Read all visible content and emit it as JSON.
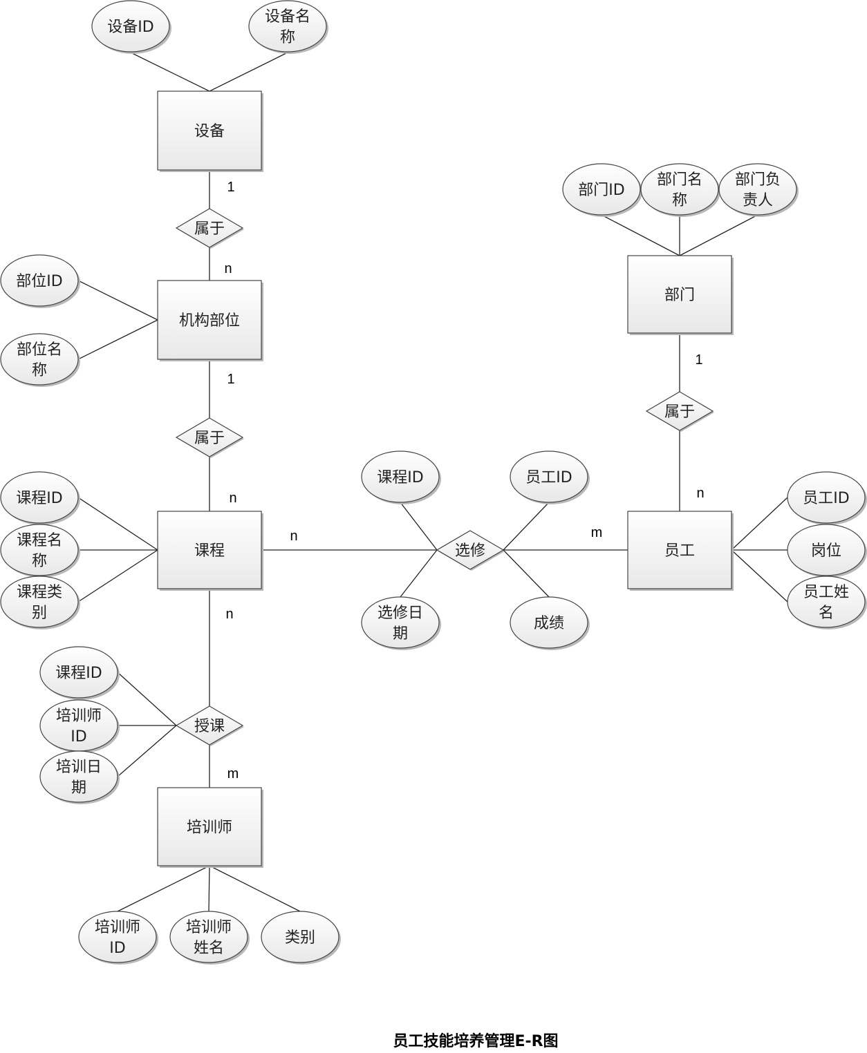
{
  "title": "员工技能培养管理E-R图",
  "colors": {
    "shape_fill_top": "#ffffff",
    "shape_fill_bottom": "#e8e8e8",
    "stroke": "#444444",
    "line": "#222222",
    "shadow": "#b8b8b8"
  },
  "entities": [
    {
      "id": "device",
      "label": "设备"
    },
    {
      "id": "unit",
      "label": "机构部位"
    },
    {
      "id": "course",
      "label": "课程"
    },
    {
      "id": "trainer",
      "label": "培训师"
    },
    {
      "id": "dept",
      "label": "部门"
    },
    {
      "id": "employee",
      "label": "员工"
    }
  ],
  "relationships": [
    {
      "id": "belong1",
      "label": "属于"
    },
    {
      "id": "belong2",
      "label": "属于"
    },
    {
      "id": "belong3",
      "label": "属于"
    },
    {
      "id": "select",
      "label": "选修"
    },
    {
      "id": "teach",
      "label": "授课"
    }
  ],
  "attributes": [
    {
      "id": "dev_id",
      "lines": [
        "设备ID"
      ]
    },
    {
      "id": "dev_name",
      "lines": [
        "设备名",
        "称"
      ]
    },
    {
      "id": "unit_id",
      "lines": [
        "部位ID"
      ]
    },
    {
      "id": "unit_name",
      "lines": [
        "部位名",
        "称"
      ]
    },
    {
      "id": "c_id",
      "lines": [
        "课程ID"
      ]
    },
    {
      "id": "c_name",
      "lines": [
        "课程名",
        "称"
      ]
    },
    {
      "id": "c_type",
      "lines": [
        "课程类",
        "别"
      ]
    },
    {
      "id": "t_cid",
      "lines": [
        "课程ID"
      ]
    },
    {
      "id": "t_tid",
      "lines": [
        "培训师",
        "ID"
      ]
    },
    {
      "id": "t_date",
      "lines": [
        "培训日",
        "期"
      ]
    },
    {
      "id": "tr_id",
      "lines": [
        "培训师",
        "ID"
      ]
    },
    {
      "id": "tr_name",
      "lines": [
        "培训师",
        "姓名"
      ]
    },
    {
      "id": "tr_type",
      "lines": [
        "类别"
      ]
    },
    {
      "id": "d_id",
      "lines": [
        "部门ID"
      ]
    },
    {
      "id": "d_name",
      "lines": [
        "部门名",
        "称"
      ]
    },
    {
      "id": "d_head",
      "lines": [
        "部门负",
        "责人"
      ]
    },
    {
      "id": "s_cid",
      "lines": [
        "课程ID"
      ]
    },
    {
      "id": "s_eid",
      "lines": [
        "员工ID"
      ]
    },
    {
      "id": "s_date",
      "lines": [
        "选修日",
        "期"
      ]
    },
    {
      "id": "s_score",
      "lines": [
        "成绩"
      ]
    },
    {
      "id": "e_id",
      "lines": [
        "员工ID"
      ]
    },
    {
      "id": "e_post",
      "lines": [
        "岗位"
      ]
    },
    {
      "id": "e_name",
      "lines": [
        "员工姓",
        "名"
      ]
    }
  ],
  "cardinalities": [
    {
      "id": "c1",
      "text": "1"
    },
    {
      "id": "c2",
      "text": "n"
    },
    {
      "id": "c3",
      "text": "1"
    },
    {
      "id": "c4",
      "text": "n"
    },
    {
      "id": "c5",
      "text": "n"
    },
    {
      "id": "c6",
      "text": "m"
    },
    {
      "id": "c7",
      "text": "n"
    },
    {
      "id": "c8",
      "text": "m"
    },
    {
      "id": "c9",
      "text": "1"
    },
    {
      "id": "c10",
      "text": "n"
    }
  ]
}
